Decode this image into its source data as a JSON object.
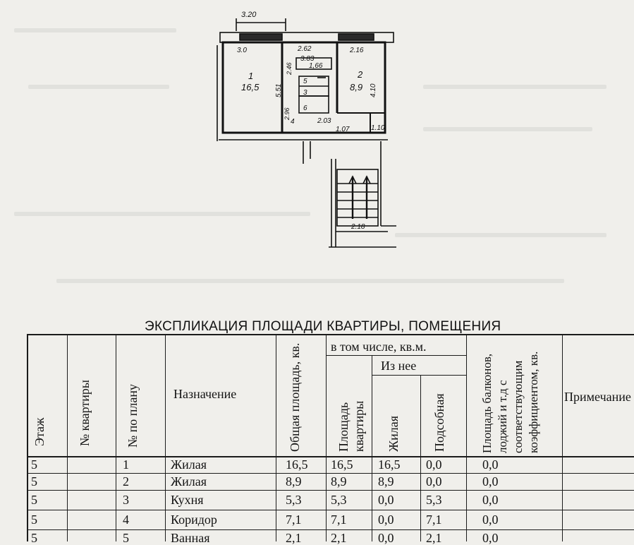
{
  "floor_plan": {
    "dims": {
      "top_width": "3.20",
      "room1_top": "3.0",
      "corr_top": "2.62",
      "room2_top": "2.16",
      "room1_height": "5.51",
      "room2_height": "4.10",
      "left_side": "2.96",
      "corr_side": "2.46",
      "bottom_corr": "2.03",
      "bottom_small": "1.07",
      "stair_width": "2.18"
    },
    "rooms": {
      "r1_num": "1",
      "r1_area": "16,5",
      "r2_num": "2",
      "r2_area": "8,9",
      "r3": "3",
      "r4": "4",
      "r5": "5",
      "r6": "6",
      "small_area": "1.10",
      "kitchen_area": "1,66",
      "kitchen_dim": "3.83"
    }
  },
  "title": "ЭКСПЛИКАЦИЯ ПЛОЩАДИ КВАРТИРЫ, ПОМЕЩЕНИЯ",
  "table": {
    "headers": {
      "floor": "Этаж",
      "apartment_no": "№ квартиры",
      "plan_no": "№ по плану",
      "purpose": "Назначение",
      "total_area": "Общая площадь, кв.",
      "including": "в том числе, кв.м.",
      "apartment_area": "Площадь квартиры",
      "of_which": "Из нее",
      "living": "Жилая",
      "auxiliary": "Подсобная",
      "balcony_area": "Площадь балконов, лоджий и т.д с соответствующим коэффициентом, кв.",
      "note": "Примечание"
    },
    "rows": [
      {
        "floor": "5",
        "apartment": "",
        "plan": "1",
        "purpose": "Жилая",
        "total": "16,5",
        "apartment_area": "16,5",
        "living": "16,5",
        "auxiliary": "0,0",
        "balcony": "0,0",
        "note": ""
      },
      {
        "floor": "5",
        "apartment": "",
        "plan": "2",
        "purpose": "Жилая",
        "total": "8,9",
        "apartment_area": "8,9",
        "living": "8,9",
        "auxiliary": "0,0",
        "balcony": "0,0",
        "note": ""
      },
      {
        "floor": "5",
        "apartment": "",
        "plan": "3",
        "purpose": "Кухня",
        "total": "5,3",
        "apartment_area": "5,3",
        "living": "0,0",
        "auxiliary": "5,3",
        "balcony": "0,0",
        "note": ""
      },
      {
        "floor": "5",
        "apartment": "",
        "plan": "4",
        "purpose": "Коридор",
        "total": "7,1",
        "apartment_area": "7,1",
        "living": "0,0",
        "auxiliary": "7,1",
        "balcony": "0,0",
        "note": ""
      },
      {
        "floor": "5",
        "apartment": "",
        "plan": "5",
        "purpose": "Ванная",
        "total": "2,1",
        "apartment_area": "2,1",
        "living": "0,0",
        "auxiliary": "2,1",
        "balcony": "0,0",
        "note": ""
      }
    ]
  }
}
